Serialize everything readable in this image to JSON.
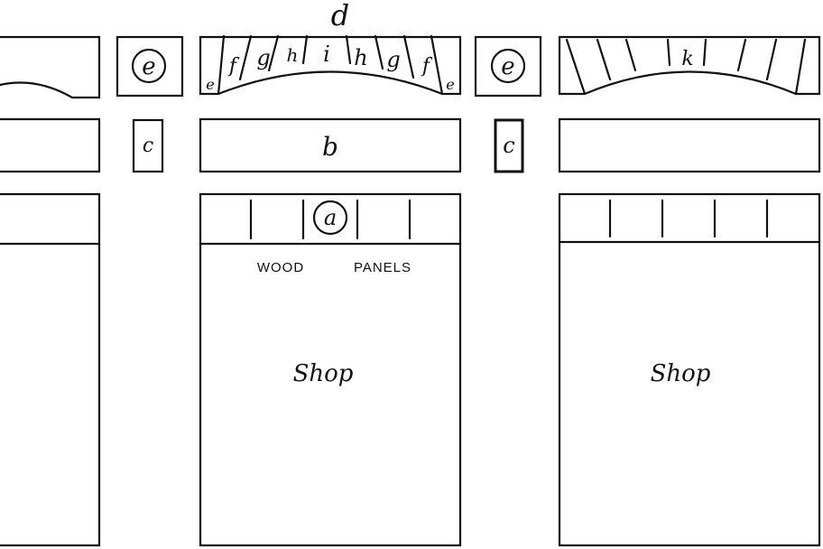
{
  "labels": {
    "d": "d",
    "e_left": "e",
    "e_right": "e",
    "c_left": "c",
    "c_right": "c",
    "b": "b",
    "a": "a",
    "k": "k",
    "arch_letters": [
      "e",
      "f",
      "g",
      "h",
      "i",
      "h",
      "g",
      "f",
      "e"
    ]
  },
  "panel_text": {
    "wood": "WOOD",
    "panels": "PANELS"
  },
  "shop_left": "Shop",
  "shop_right": "Shop"
}
